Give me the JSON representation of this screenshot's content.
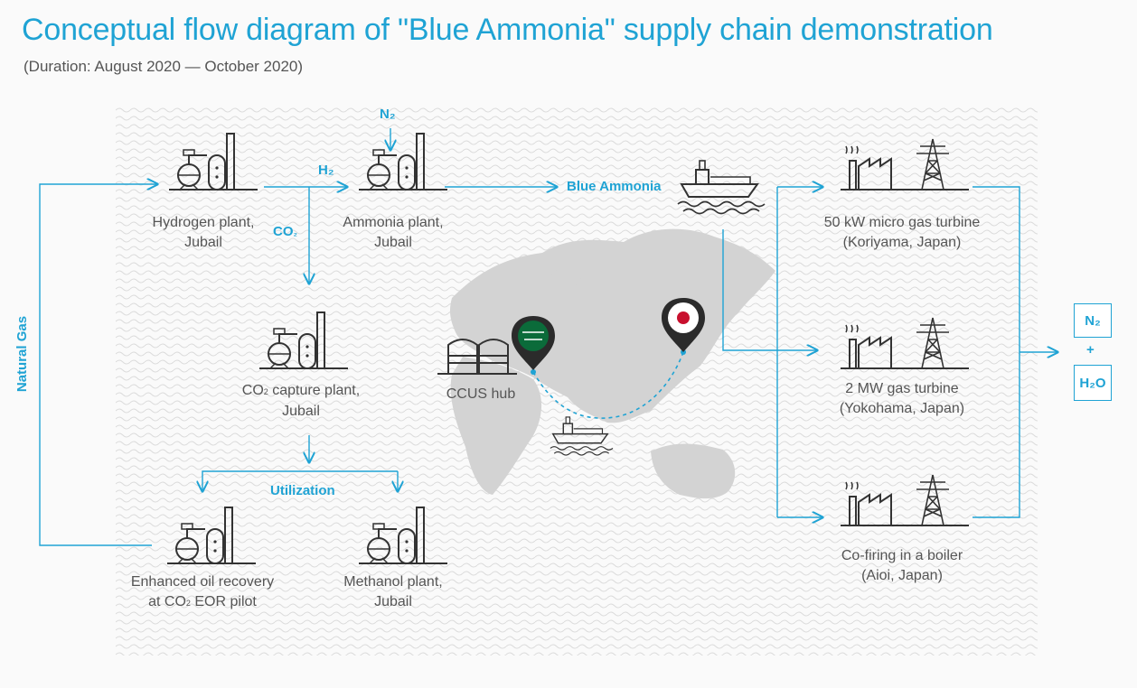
{
  "header": {
    "title": "Conceptual flow diagram of \"Blue Ammonia\" supply chain demonstration",
    "subtitle": "(Duration: August 2020 — October 2020)"
  },
  "nodes": {
    "hydrogen_plant": {
      "line1": "Hydrogen plant,",
      "line2": "Jubail"
    },
    "ammonia_plant": {
      "line1": "Ammonia plant,",
      "line2": "Jubail"
    },
    "co2_capture": {
      "line1_pre": "CO",
      "line1_sub": "2",
      "line1_post": " capture plant,",
      "line2": "Jubail"
    },
    "eor": {
      "line1": "Enhanced oil recovery",
      "line2_pre": "at CO",
      "line2_sub": "2",
      "line2_post": " EOR pilot"
    },
    "methanol": {
      "line1": "Methanol plant,",
      "line2": "Jubail"
    },
    "ccus_hub": {
      "label": "CCUS hub"
    },
    "micro_turbine": {
      "line1": "50 kW micro gas turbine",
      "line2": "(Koriyama, Japan)"
    },
    "gas_turbine": {
      "line1": "2 MW gas turbine",
      "line2": "(Yokohama, Japan)"
    },
    "boiler": {
      "line1": "Co-firing in a boiler",
      "line2": "(Aioi, Japan)"
    }
  },
  "flow_labels": {
    "n2_input": "N₂",
    "h2": "H₂",
    "co2": "CO",
    "co2_sub": "₂",
    "blue_ammonia": "Blue Ammonia",
    "utilization": "Utilization",
    "natural_gas": "Natural Gas"
  },
  "outputs": {
    "n2": "N₂",
    "plus": "+",
    "h2o": "H₂O"
  },
  "colors": {
    "accent": "#1fa3d4",
    "icon": "#333333",
    "map": "#d3d3d3",
    "pin": "#2b2b2b",
    "saudi_flag": "#0b6b3a",
    "japan_dot": "#c8102e"
  }
}
